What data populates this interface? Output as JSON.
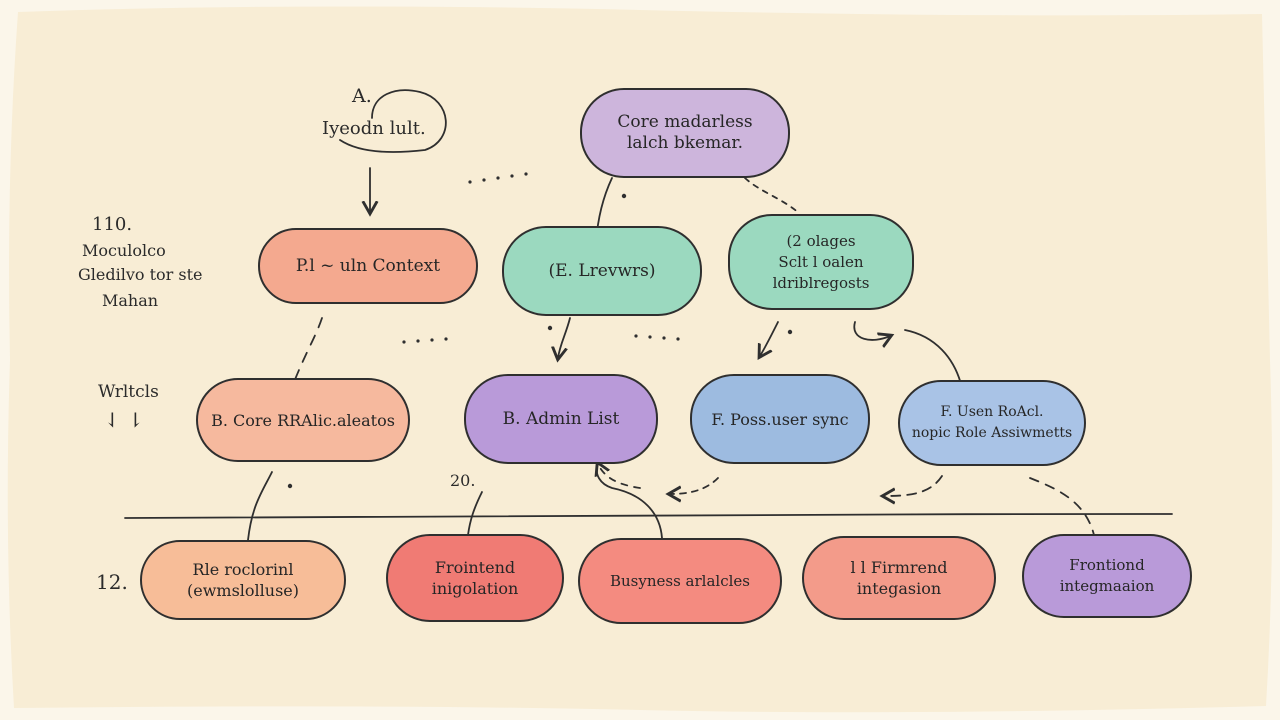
{
  "colors": {
    "paper": "#f8edd5",
    "ink": "#2f2f2f",
    "coral": "#f4a98f",
    "salmon": "#f39b8a",
    "red": "#f07b74",
    "mint": "#9bd9bf",
    "purple": "#c8aedb",
    "lavender": "#b99ad9",
    "blue": "#9dbbe0",
    "peach": "#f7bd98"
  },
  "labels": {
    "top_left_letter": "A.",
    "top_left_text": "Iyeodn lult.",
    "left_num": "110.",
    "left_l1": "Moculolco",
    "left_l2": "Gledilvo tor ste",
    "left_l3": "Mahan",
    "left_l4": "Wrltcls",
    "left_arrows": "⇃ ⇂",
    "row_num": "12.",
    "mid_num": "20."
  },
  "nodes": {
    "core": {
      "l1": "Core madarless",
      "l2": "lalch bkemar."
    },
    "context": {
      "l1": "P.l ~ uln Context"
    },
    "users": {
      "l1": "(E. Lrevwrs)"
    },
    "stages": {
      "l1": "(2 olages",
      "l2": "Sclt l oalen",
      "l3": "ldriblregosts"
    },
    "core_b": {
      "l1": "B. Core RRAlic.aleatos"
    },
    "admin": {
      "l1": "B. Admin List"
    },
    "sync": {
      "l1": "F. Poss.user sync"
    },
    "role": {
      "l1": "F. Usen RoAcl.",
      "l2": "nopic Role Assiwmetts"
    },
    "rec": {
      "l1": "Rle roclorinl",
      "l2": "(ewmslolluse)"
    },
    "fe1": {
      "l1": "Frointend",
      "l2": "inigolation"
    },
    "biz": {
      "l1": "Busyness arlalcles"
    },
    "fe2": {
      "l1": "l l Firmrend",
      "l2": "integasion"
    },
    "fe3": {
      "l1": "Frontiond",
      "l2": "integmaaion"
    }
  }
}
